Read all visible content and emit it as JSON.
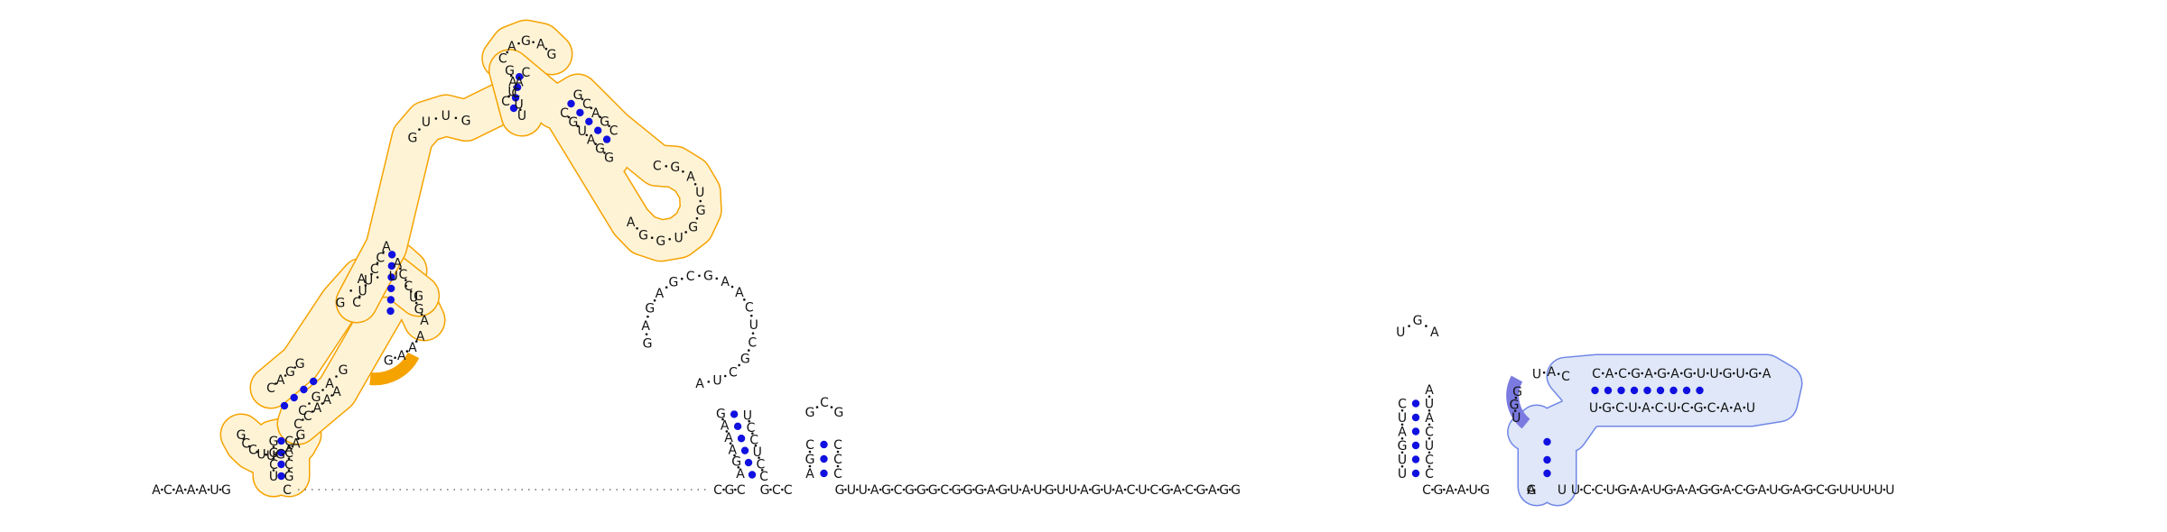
{
  "colors": {
    "domain_orange": "#f5a300",
    "domain_orange_fill": "#fff3d6",
    "domain_orange_mark": "#f5a300",
    "domain_blue": "#6f86e6",
    "domain_blue_fill": "#dfe7f8",
    "domain_blue_mark": "#7a7ae0",
    "base_pair_dot": "#1010e0"
  },
  "backbone": {
    "left": "ACAAAUG",
    "c1": "C",
    "mid1": "CGC",
    "mid2": "GCC",
    "long": "GUUAGCGGGCGGGAGUAUGUUAGUACUCGACGAGG",
    "mid3": "CGAAUG",
    "g4": "G",
    "a4": "A",
    "u4": "U",
    "tail": "UCCUGAAUGAAGGACGAUGAGCGUUUUU"
  },
  "orange_structure": {
    "stemA_left": "UCGG",
    "stemA_right": "GCCC",
    "loopA": "GCCUUGAAG",
    "loopA_right": "CGAG",
    "stemB_left": "CAGG",
    "stemB_right": "CCAAA",
    "loopB": "GAUG",
    "loopB_right": "AAAG",
    "stemC_left": "CUUCCA",
    "stemC_right": "AGUCCA",
    "loopC": "GUUG",
    "stemD_left": "CUAC",
    "stemD_right": "UUCAG",
    "loopD": "CAGAG",
    "stemE_left": "GCAGC",
    "stemE_right": "CGUAGG",
    "loopE": "CGAUGGUGGA"
  },
  "hairpin2": {
    "stem_left": "AGAAAG",
    "stem_right": "CCUCCU",
    "loop": "AUCGCUCAAGCGAGAG"
  },
  "hairpin3": {
    "stem_left": "AGC",
    "stem_right": "CCC",
    "loop": "GCG"
  },
  "hairpin4": {
    "stem_left": "UUGAUC",
    "stem_right": "CCUCAUA",
    "loop": "UGA"
  },
  "blue_structure": {
    "mark": "GGU",
    "loop_top": "UAC",
    "upper_strand": "CACGAGAGUUGUGA",
    "lower_strand": "UGCUACUCGCAAU"
  }
}
